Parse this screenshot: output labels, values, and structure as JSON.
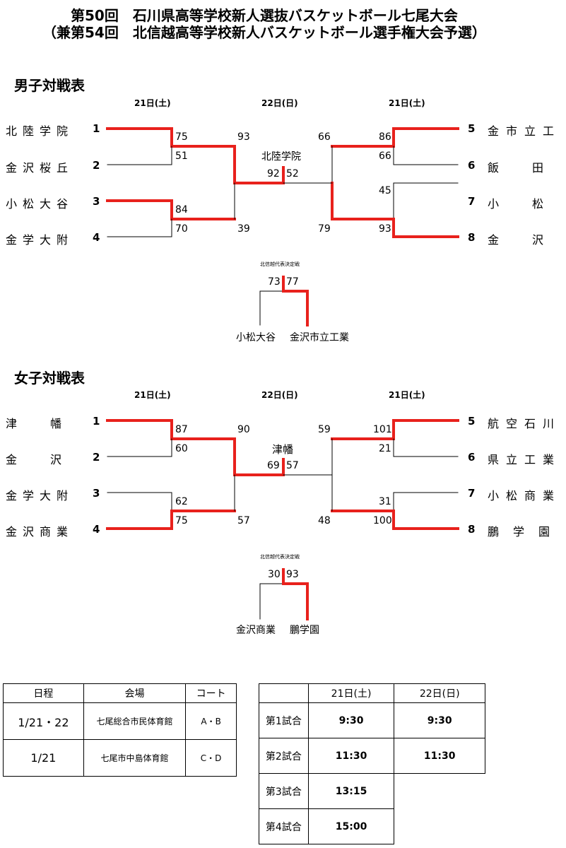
{
  "title": {
    "line1": "第50回　石川県高等学校新人選抜バスケットボール七尾大会",
    "line2": "（兼第54回　北信越高等学校新人バスケットボール選手権大会予選）"
  },
  "boys": {
    "heading": "男子対戦表",
    "dates": {
      "left": "21日(土)",
      "center": "22日(日)",
      "right": "21日(土)"
    },
    "left_teams": [
      {
        "name": "北陸学院",
        "seed": "1"
      },
      {
        "name": "金沢桜丘",
        "seed": "2"
      },
      {
        "name": "小松大谷",
        "seed": "3"
      },
      {
        "name": "金学大附",
        "seed": "4"
      }
    ],
    "right_teams": [
      {
        "name": "金市立工",
        "seed": "5"
      },
      {
        "name": "飯　　田",
        "seed": "6"
      },
      {
        "name": "小　　松",
        "seed": "7"
      },
      {
        "name": "金　　沢",
        "seed": "8"
      }
    ],
    "scores": {
      "r1a": "75",
      "r1b": "51",
      "r1c": "84",
      "r1d": "70",
      "sfl_top": "93",
      "sfl_bot": "39",
      "r1e": "86",
      "r1f": "66",
      "r1g": "45",
      "r1h": "93",
      "sfr_top": "66",
      "sfr_bot": "79",
      "final_l": "92",
      "final_r": "52"
    },
    "champion": "北陸学院",
    "playoff": {
      "label": "北信越代表決定戦",
      "score_l": "73",
      "score_r": "77",
      "team_l": "小松大谷",
      "team_r": "金沢市立工業"
    }
  },
  "girls": {
    "heading": "女子対戦表",
    "dates": {
      "left": "21日(土)",
      "center": "22日(日)",
      "right": "21日(土)"
    },
    "left_teams": [
      {
        "name": "津　　幡",
        "seed": "1"
      },
      {
        "name": "金　　沢",
        "seed": "2"
      },
      {
        "name": "金学大附",
        "seed": "3"
      },
      {
        "name": "金沢商業",
        "seed": "4"
      }
    ],
    "right_teams": [
      {
        "name": "航空石川",
        "seed": "5"
      },
      {
        "name": "県立工業",
        "seed": "6"
      },
      {
        "name": "小松商業",
        "seed": "7"
      },
      {
        "name": "鵬　学　園",
        "seed": "8"
      }
    ],
    "scores": {
      "r1a": "87",
      "r1b": "60",
      "r1c": "62",
      "r1d": "75",
      "sfl_top": "90",
      "sfl_bot": "57",
      "r1e": "101",
      "r1f": "21",
      "r1g": "31",
      "r1h": "100",
      "sfr_top": "59",
      "sfr_bot": "48",
      "final_l": "69",
      "final_r": "57"
    },
    "champion": "津幡",
    "playoff": {
      "label": "北信越代表決定戦",
      "score_l": "30",
      "score_r": "93",
      "team_l": "金沢商業",
      "team_r": "鵬学園"
    }
  },
  "venue_table": {
    "headers": [
      "日程",
      "会場",
      "コート"
    ],
    "rows": [
      [
        "1/21・22",
        "七尾総合市民体育館",
        "A・B"
      ],
      [
        "1/21",
        "七尾市中島体育館",
        "C・D"
      ]
    ]
  },
  "time_table": {
    "headers": [
      "",
      "21日(土)",
      "22日(日)"
    ],
    "rows": [
      [
        "第1試合",
        "9:30",
        "9:30"
      ],
      [
        "第2試合",
        "11:30",
        "11:30"
      ],
      [
        "第3試合",
        "13:15",
        ""
      ],
      [
        "第4試合",
        "15:00",
        ""
      ]
    ]
  },
  "colors": {
    "winner_line": "#e8211c",
    "loser_line": "#000000"
  }
}
